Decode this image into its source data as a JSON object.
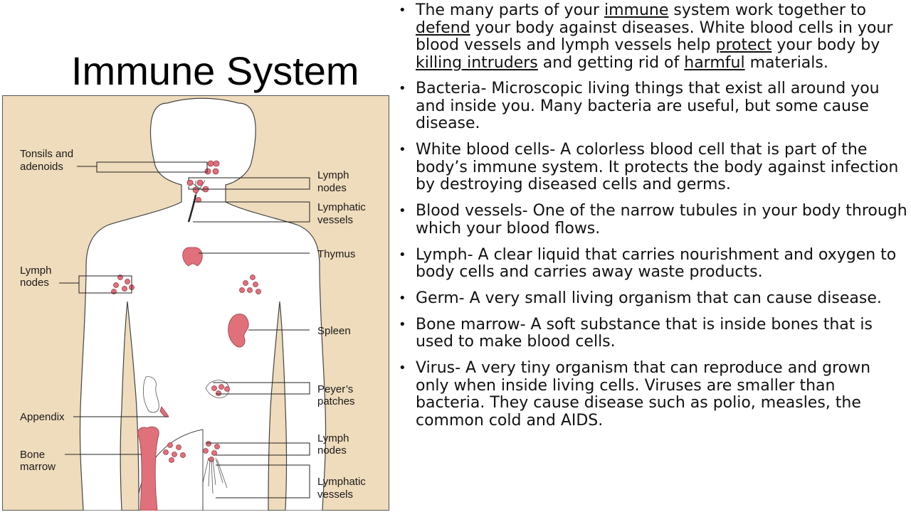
{
  "title": "Immune System",
  "diagram": {
    "labels": {
      "tonsils_1": "Tonsils and",
      "tonsils_2": "adenoids",
      "lymph_nodes_neck_1": "Lymph",
      "lymph_nodes_neck_2": "nodes",
      "lymphatic_vessels_neck_1": "Lymphatic",
      "lymphatic_vessels_neck_2": "vessels",
      "thymus": "Thymus",
      "lymph_nodes_arm_1": "Lymph",
      "lymph_nodes_arm_2": "nodes",
      "spleen": "Spleen",
      "peyers_1": "Peyer’s",
      "peyers_2": "patches",
      "appendix": "Appendix",
      "bone_marrow_1": "Bone",
      "bone_marrow_2": "marrow",
      "lymph_nodes_groin_1": "Lymph",
      "lymph_nodes_groin_2": "nodes",
      "lymphatic_vessels_leg_1": "Lymphatic",
      "lymphatic_vessels_leg_2": "vessels"
    },
    "colors": {
      "background": "#efdcbc",
      "body": "#ffffff",
      "organ": "#e0707a",
      "line": "#222222"
    }
  },
  "bullets": [
    {
      "parts": [
        {
          "t": "The many parts of your "
        },
        {
          "t": "immune",
          "u": true
        },
        {
          "t": " system work together to "
        },
        {
          "t": "defend",
          "u": true
        },
        {
          "t": " your body against diseases. White blood cells in your blood vessels and lymph vessels help "
        },
        {
          "t": "protect",
          "u": true
        },
        {
          "t": " your body by "
        },
        {
          "t": "killing intruders",
          "u": true
        },
        {
          "t": " and getting rid of "
        },
        {
          "t": "harmful",
          "u": true
        },
        {
          "t": " materials."
        }
      ]
    },
    {
      "parts": [
        {
          "t": "Bacteria- Microscopic living things that exist all around you and inside you. Many bacteria are useful, but some cause disease."
        }
      ]
    },
    {
      "parts": [
        {
          "t": "White blood cells- A colorless blood cell that is part of the body’s immune system. It protects the body against infection by destroying diseased cells and germs."
        }
      ]
    },
    {
      "parts": [
        {
          "t": "Blood vessels- One of the narrow tubules in your body through which your blood flows."
        }
      ]
    },
    {
      "parts": [
        {
          "t": "Lymph- A clear liquid that carries nourishment and oxygen to body cells and carries away waste products."
        }
      ]
    },
    {
      "parts": [
        {
          "t": "Germ- A very small living organism that can cause disease."
        }
      ]
    },
    {
      "parts": [
        {
          "t": "Bone marrow- A soft substance that is inside bones that is used to make blood cells."
        }
      ]
    },
    {
      "parts": [
        {
          "t": "Virus- A very tiny organism that can reproduce and grown only when inside living cells. Viruses are smaller than bacteria. They cause disease such as polio, measles, the common cold and AIDS."
        }
      ]
    }
  ]
}
